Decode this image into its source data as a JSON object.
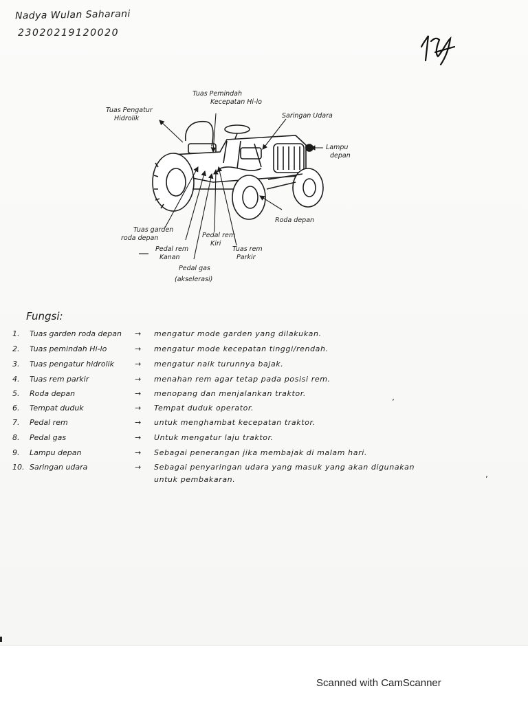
{
  "header": {
    "name": "Nadya Wulan Saharani",
    "student_id": "23020219120020"
  },
  "diagram_labels": {
    "tuas_pengatur_hidrolik": [
      "Tuas Pengatur",
      "Hidrolik"
    ],
    "tuas_pemindah": [
      "Tuas Pemindah",
      "Kecepatan Hi-lo"
    ],
    "saringan_udara": "Saringan Udara",
    "lampu_depan": [
      "Lampu",
      "depan"
    ],
    "roda_depan": "Roda depan",
    "tuas_garden": [
      "Tuas garden",
      "roda depan"
    ],
    "pedal_rem_kanan": [
      "Pedal rem",
      "Kanan"
    ],
    "pedal_rem_kiri": [
      "Pedal rem",
      "Kiri"
    ],
    "tuas_rem_parkir": [
      "Tuas rem",
      "Parkir"
    ],
    "pedal_gas": [
      "Pedal gas",
      "(akselerasi)"
    ]
  },
  "functions": {
    "title": "Fungsi:",
    "items": [
      {
        "num": "1.",
        "part": "Tuas garden roda depan",
        "arrow": "→",
        "desc": "mengatur mode garden yang dilakukan."
      },
      {
        "num": "2.",
        "part": "Tuas pemindah Hi-lo",
        "arrow": "→",
        "desc": "mengatur mode kecepatan tinggi/rendah."
      },
      {
        "num": "3.",
        "part": "Tuas pengatur hidrolik",
        "arrow": "→",
        "desc": "mengatur naik turunnya bajak."
      },
      {
        "num": "4.",
        "part": "Tuas rem parkir",
        "arrow": "→",
        "desc": "menahan rem agar tetap pada posisi rem."
      },
      {
        "num": "5.",
        "part": "Roda depan",
        "arrow": "→",
        "desc": "menopang dan menjalankan traktor."
      },
      {
        "num": "6.",
        "part": "Tempat duduk",
        "arrow": "→",
        "desc": "Tempat duduk operator."
      },
      {
        "num": "7.",
        "part": "Pedal rem",
        "arrow": "→",
        "desc": "untuk menghambat kecepatan traktor."
      },
      {
        "num": "8.",
        "part": "Pedal gas",
        "arrow": "→",
        "desc": "Untuk mengatur laju traktor."
      },
      {
        "num": "9.",
        "part": "Lampu depan",
        "arrow": "→",
        "desc": "Sebagai penerangan jika membajak di malam hari."
      },
      {
        "num": "10.",
        "part": "Saringan udara",
        "arrow": "→",
        "desc": "Sebagai penyaringan udara yang masuk yang akan digunakan"
      }
    ],
    "continuation": "untuk pembakaran."
  },
  "footer": {
    "scanner_text": "Scanned with CamScanner"
  }
}
